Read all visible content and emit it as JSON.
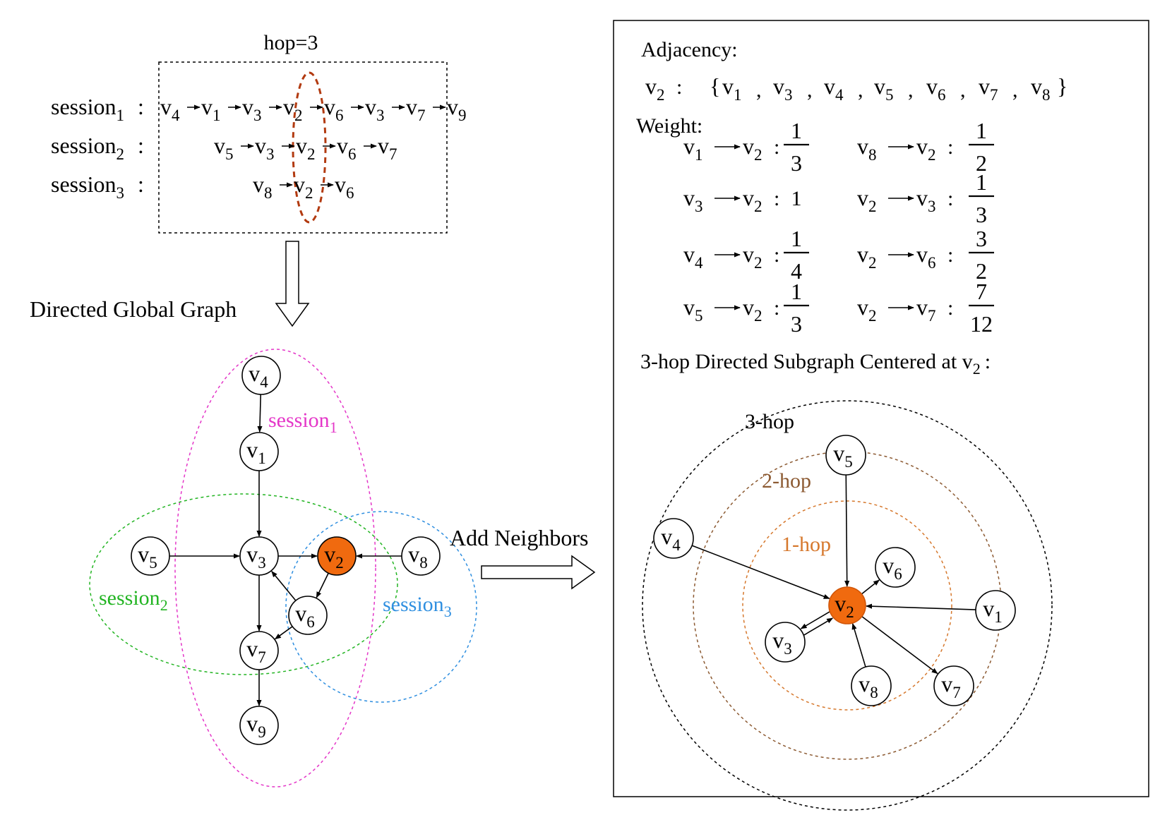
{
  "colors": {
    "highlight_node": "#f06a0f",
    "session1": "#e436c8",
    "session2": "#22b422",
    "session3": "#2f8fe0",
    "hop_marker": "#b23a10",
    "hop1": "#d6782d",
    "hop2": "#8c5a32",
    "hop3": "#000000"
  },
  "top": {
    "hop_label": "hop=3",
    "sessions": [
      {
        "label": "session",
        "sub": "1",
        "sequence": [
          "v4",
          "v1",
          "v3",
          "v2",
          "v6",
          "v3",
          "v7",
          "v9"
        ]
      },
      {
        "label": "session",
        "sub": "2",
        "sequence": [
          "v5",
          "v3",
          "v2",
          "v6",
          "v7"
        ]
      },
      {
        "label": "session",
        "sub": "3",
        "sequence": [
          "v8",
          "v2",
          "v6"
        ]
      }
    ]
  },
  "middle": {
    "directed_global_graph": "Directed Global Graph",
    "add_neighbors": "Add Neighbors"
  },
  "global_graph": {
    "nodes": [
      {
        "id": "v4",
        "label": "v",
        "sub": "4"
      },
      {
        "id": "v1",
        "label": "v",
        "sub": "1"
      },
      {
        "id": "v5",
        "label": "v",
        "sub": "5"
      },
      {
        "id": "v3",
        "label": "v",
        "sub": "3"
      },
      {
        "id": "v2",
        "label": "v",
        "sub": "2",
        "highlight": true
      },
      {
        "id": "v8",
        "label": "v",
        "sub": "8"
      },
      {
        "id": "v6",
        "label": "v",
        "sub": "6"
      },
      {
        "id": "v7",
        "label": "v",
        "sub": "7"
      },
      {
        "id": "v9",
        "label": "v",
        "sub": "9"
      }
    ],
    "edges": [
      [
        "v4",
        "v1"
      ],
      [
        "v1",
        "v3"
      ],
      [
        "v5",
        "v3"
      ],
      [
        "v3",
        "v2"
      ],
      [
        "v8",
        "v2"
      ],
      [
        "v2",
        "v6"
      ],
      [
        "v6",
        "v3"
      ],
      [
        "v3",
        "v7"
      ],
      [
        "v6",
        "v7"
      ],
      [
        "v7",
        "v9"
      ]
    ],
    "session_labels": [
      {
        "text": "session",
        "sub": "1"
      },
      {
        "text": "session",
        "sub": "2"
      },
      {
        "text": "session",
        "sub": "3"
      }
    ]
  },
  "right_panel": {
    "adjacency_label": "Adjacency:",
    "adjacency_node": {
      "text": "v",
      "sub": "2"
    },
    "adjacency_list": [
      "1",
      "3",
      "4",
      "5",
      "6",
      "7",
      "8"
    ],
    "weight_label": "Weight:",
    "weights": [
      {
        "from": "1",
        "to": "2",
        "num": "1",
        "den": "3"
      },
      {
        "from": "3",
        "to": "2",
        "value": "1"
      },
      {
        "from": "4",
        "to": "2",
        "num": "1",
        "den": "4"
      },
      {
        "from": "5",
        "to": "2",
        "num": "1",
        "den": "3"
      },
      {
        "from": "8",
        "to": "2",
        "num": "1",
        "den": "2"
      },
      {
        "from": "2",
        "to": "3",
        "num": "1",
        "den": "3"
      },
      {
        "from": "2",
        "to": "6",
        "num": "3",
        "den": "2"
      },
      {
        "from": "2",
        "to": "7",
        "num": "7",
        "den": "12"
      }
    ],
    "subgraph_title": "3-hop Directed Subgraph Centered at v",
    "subgraph_title_sub": "2",
    "subgraph_title_tail": ":",
    "hop_labels": [
      "1-hop",
      "2-hop",
      "3-hop"
    ],
    "subgraph_nodes": [
      {
        "id": "v2",
        "sub": "2",
        "highlight": true
      },
      {
        "id": "v6",
        "sub": "6"
      },
      {
        "id": "v3",
        "sub": "3"
      },
      {
        "id": "v8",
        "sub": "8"
      },
      {
        "id": "v7",
        "sub": "7"
      },
      {
        "id": "v1",
        "sub": "1"
      },
      {
        "id": "v5",
        "sub": "5"
      },
      {
        "id": "v4",
        "sub": "4"
      }
    ]
  }
}
